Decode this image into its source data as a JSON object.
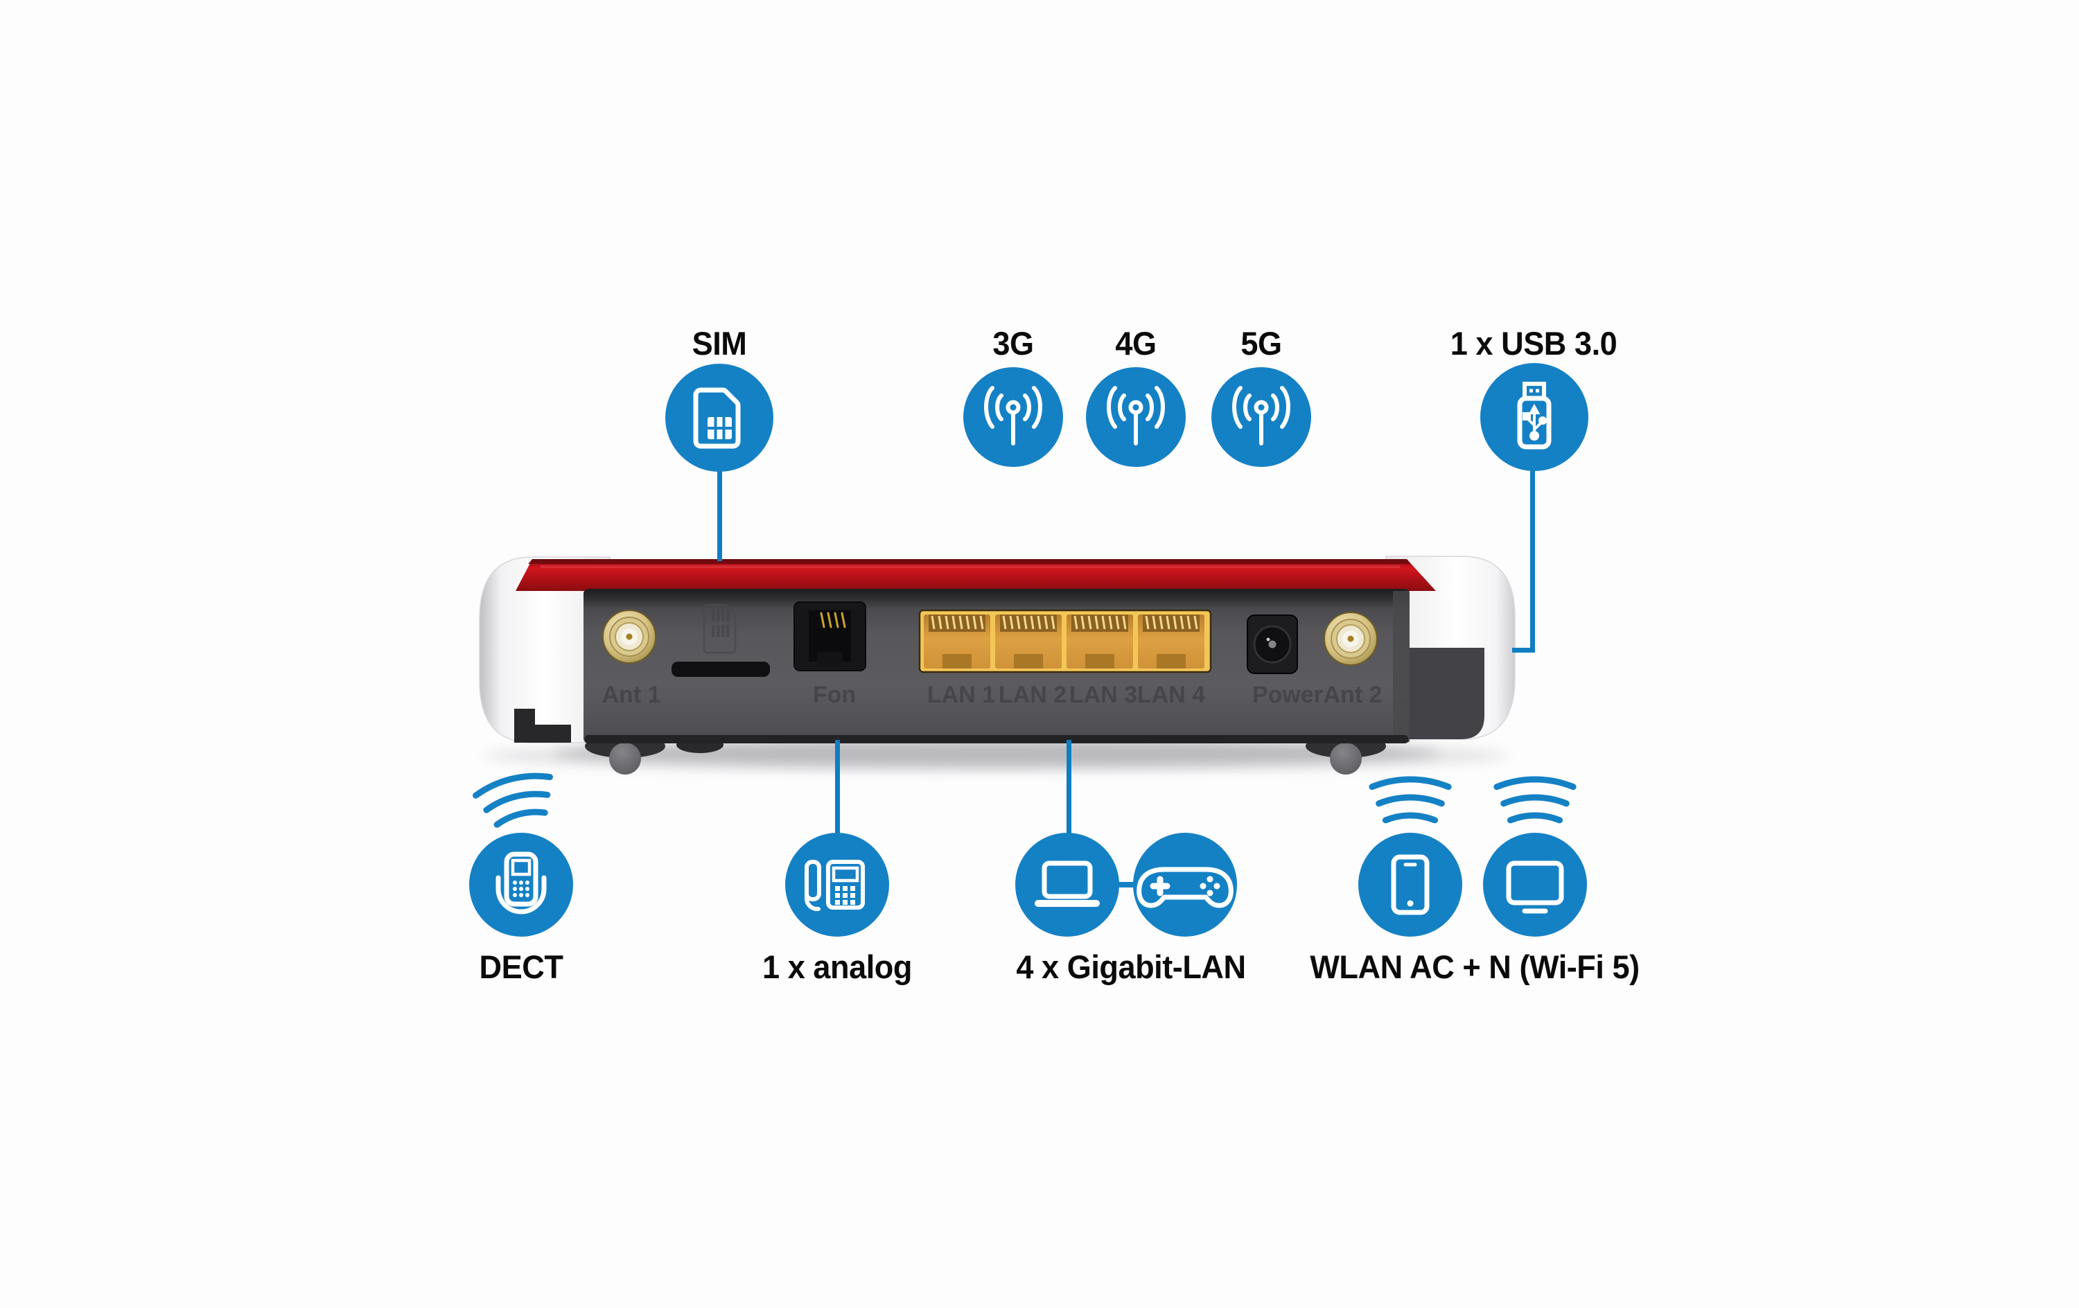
{
  "colors": {
    "accent_blue": "#1581c5",
    "line_blue": "#117dc1",
    "label_black": "#0b0b0c",
    "body_gray": "#58585c",
    "roof_red": "#c01319",
    "lan_yellow": "#f4c658",
    "coax_gold": "#cdb979",
    "engraving_gray": "#454549"
  },
  "top_callouts": [
    {
      "label": "SIM",
      "icon": "sim-card-icon"
    },
    {
      "label": "3G",
      "icon": "antenna-icon"
    },
    {
      "label": "4G",
      "icon": "antenna-icon"
    },
    {
      "label": "5G",
      "icon": "antenna-icon"
    },
    {
      "label": "1 x USB 3.0",
      "icon": "usb-stick-icon"
    }
  ],
  "bottom_callouts": [
    {
      "label": "DECT",
      "icons": [
        "cordless-phone-icon"
      ]
    },
    {
      "label": "1 x analog",
      "icons": [
        "analog-phone-icon"
      ]
    },
    {
      "label": "4 x Gigabit-LAN",
      "icons": [
        "laptop-icon",
        "game-controller-icon"
      ]
    },
    {
      "label": "WLAN AC + N (Wi-Fi 5)",
      "icons": [
        "smartphone-icon",
        "tv-icon"
      ]
    }
  ],
  "router": {
    "port_labels": [
      "Ant 1",
      "Fon",
      "LAN 1",
      "LAN 2",
      "LAN 3",
      "LAN 4",
      "Power",
      "Ant 2"
    ]
  }
}
